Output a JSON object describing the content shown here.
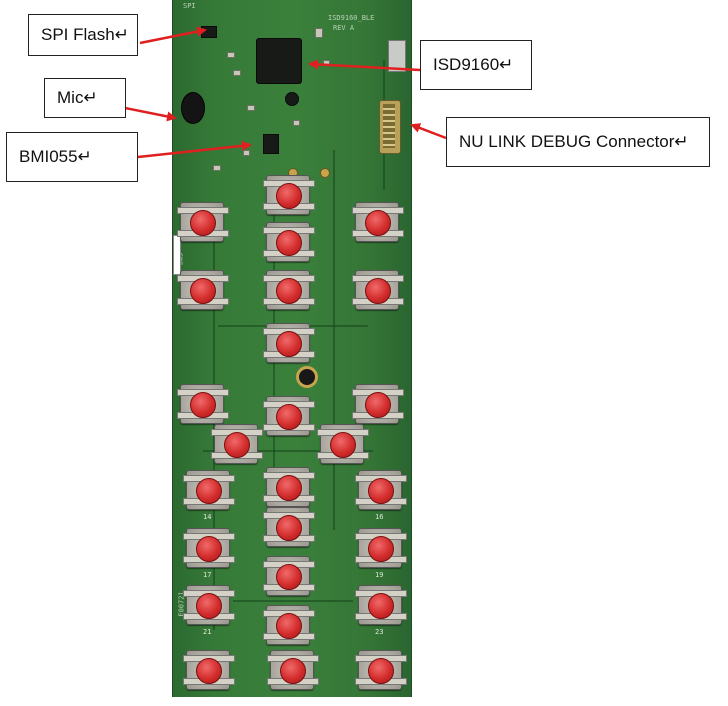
{
  "image": {
    "description_labels": [
      {
        "key": "spi_flash",
        "text": "SPI Flash↵"
      },
      {
        "key": "mic",
        "text": "Mic↵"
      },
      {
        "key": "bmi055",
        "text": "BMI055↵"
      },
      {
        "key": "isd9160",
        "text": "ISD9160↵"
      },
      {
        "key": "nu_link",
        "text": "NU LINK DEBUG Connector↵"
      }
    ],
    "button_numbers": [
      "14",
      "16",
      "17",
      "19",
      "21",
      "23"
    ],
    "colors": {
      "pcb": "#3a803b",
      "button_cap": "#d32c2c",
      "arrow": "#e02020"
    }
  }
}
